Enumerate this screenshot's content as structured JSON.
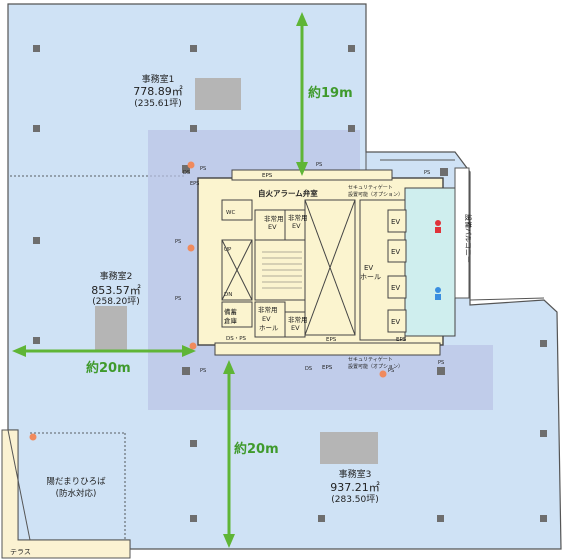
{
  "colors": {
    "floor": "#cfe2f5",
    "core_band": "#b9c3e6",
    "core": "#fbf4cf",
    "dim_arrow": "#5fb536",
    "column": "#6e6e6e",
    "terrace": "#fbf2d2",
    "marker": "#f08a5d",
    "door_red": "#e0333a",
    "door_blue": "#3a8ee0",
    "restroom": "#cfeeee"
  },
  "offices": [
    {
      "name": "事務室1",
      "area": "778.89㎡",
      "tsubo": "(235.61坪)"
    },
    {
      "name": "事務室2",
      "area": "853.57㎡",
      "tsubo": "(258.20坪)"
    },
    {
      "name": "事務室3",
      "area": "937.21㎡",
      "tsubo": "(283.50坪)"
    }
  ],
  "dimensions": {
    "d1": "約19m",
    "d2": "約20m",
    "d3": "約20m"
  },
  "terrace": {
    "plaza_line1": "陽だまりひろば",
    "plaza_line2": "(防水対応)",
    "label": "テラス"
  },
  "balcony": "設備バルコニー",
  "core": {
    "alarm_valve": "自火アラーム弁室",
    "ev": "EV",
    "ev_hall_1": "EV",
    "ev_hall_2": "ホール",
    "emergency_ev_1": "非常用",
    "emergency_ev_2": "EV",
    "emergency_hall_1": "非常用",
    "emergency_hall_2": "EV",
    "emergency_hall_3": "ホール",
    "storage_1": "備蓄",
    "storage_2": "倉庫",
    "security_gate_1": "セキュリティゲート",
    "security_gate_2": "設置可能（オプション）",
    "ps": "PS",
    "eps": "EPS",
    "ds": "DS",
    "ds_ps": "DS・PS",
    "up": "UP",
    "dn": "DN",
    "wc": "WC"
  }
}
